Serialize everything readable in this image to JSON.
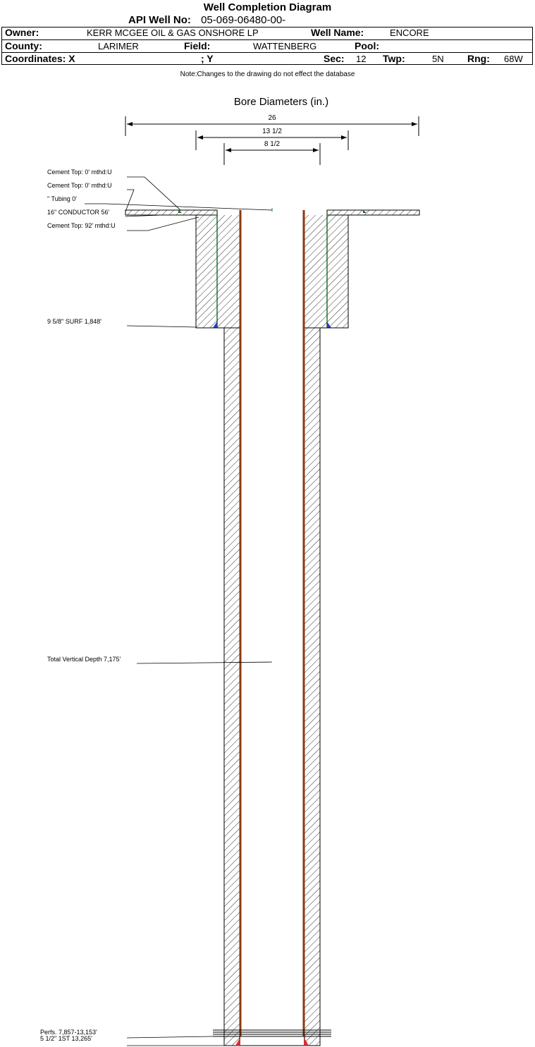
{
  "header": {
    "title": "Well Completion Diagram",
    "api_label": "API Well No:",
    "api_value": "05-069-06480-00-",
    "owner_label": "Owner:",
    "owner_value": "KERR MCGEE OIL & GAS ONSHORE LP",
    "well_name_label": "Well Name:",
    "well_name_value": "ENCORE",
    "county_label": "County:",
    "county_value": "LARIMER",
    "field_label": "Field:",
    "field_value": "WATTENBERG",
    "pool_label": "Pool:",
    "pool_value": "",
    "coord_label": "Coordinates: X",
    "coord_y_label": "; Y",
    "sec_label": "Sec:",
    "sec_value": "12",
    "twp_label": "Twp:",
    "twp_value": "5N",
    "rng_label": "Rng:",
    "rng_value": "68W"
  },
  "note": "Note:Changes to the drawing do not effect the database",
  "diagram": {
    "bore_title": "Bore Diameters (in.)",
    "diameters": [
      "26",
      "13 1/2",
      "8 1/2"
    ],
    "annotations": [
      "Cement Top: 0' mthd:U",
      "Cement Top: 0' mthd:U",
      "\" Tubing 0'",
      "16\" CONDUCTOR  56'",
      "Cement Top: 92' mthd:U",
      "9 5/8\" SURF      1,848'",
      "Total Vertical Depth 7,175'",
      "Perfs. 7,857-13,153'",
      "5 1/2\" 1ST      13,265'"
    ]
  },
  "colors": {
    "tubing": "#8B3A0F",
    "casing_inner": "#2E7D32",
    "cement_shoe": "#1E3FCC",
    "shoe_red": "#D32F2F"
  }
}
